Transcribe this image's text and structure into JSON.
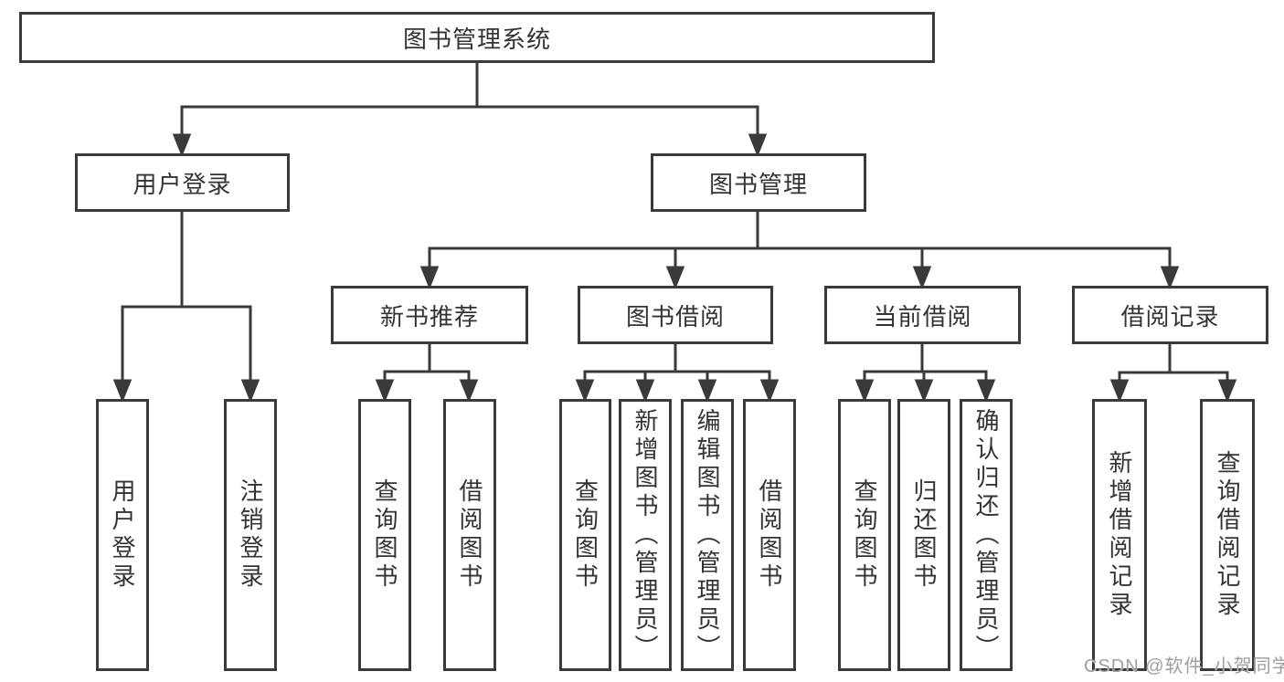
{
  "diagram": {
    "root": {
      "label": "图书管理系统"
    },
    "level2": [
      {
        "label": "用户登录"
      },
      {
        "label": "图书管理"
      }
    ],
    "level3": [
      {
        "label": "新书推荐"
      },
      {
        "label": "图书借阅"
      },
      {
        "label": "当前借阅"
      },
      {
        "label": "借阅记录"
      }
    ],
    "leaves": {
      "user_login": [
        "用户登录",
        "注销登录"
      ],
      "new_books": [
        "查询图书",
        "借阅图书"
      ],
      "book_borrow": [
        "查询图书",
        "新增图书（管理员）",
        "编辑图书（管理员）",
        "借阅图书"
      ],
      "current_borrow": [
        "查询图书",
        "归还图书",
        "确认归还（管理员）"
      ],
      "borrow_records": [
        "新增借阅记录",
        "查询借阅记录"
      ]
    }
  },
  "watermark": {
    "text": "CSDN @软件_小贺同学"
  },
  "colors": {
    "line": "#3a3a3a",
    "text": "#333333",
    "watermark": "#9e9e9e",
    "background": "#ffffff"
  }
}
